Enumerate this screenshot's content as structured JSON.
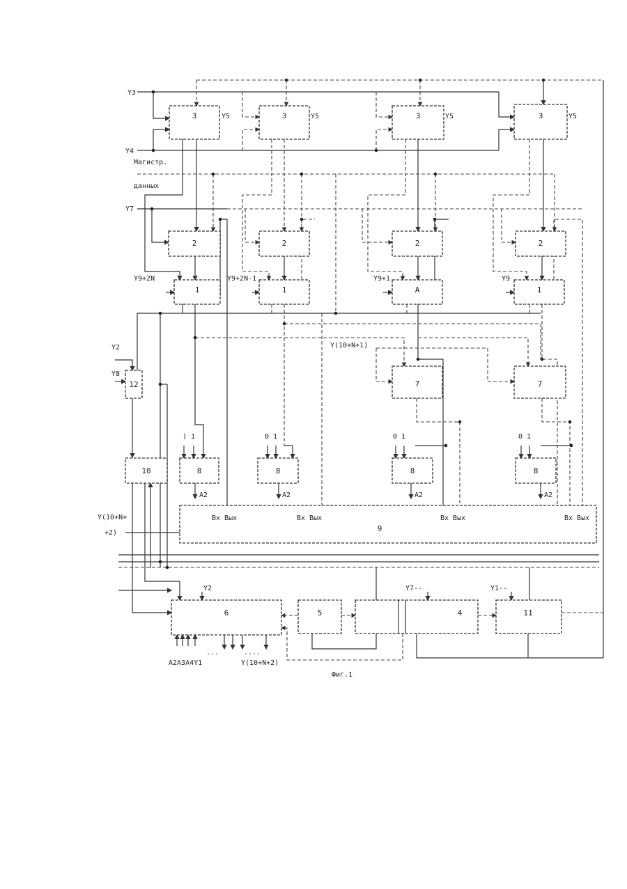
{
  "blocks": {
    "b3": "3",
    "b2": "2",
    "b1": "1",
    "b1_alt": "A",
    "b7": "7",
    "b8": "8",
    "b9": "9",
    "b10": "10",
    "b12": "12",
    "b6": "6",
    "b5": "5",
    "b4": "4",
    "b11": "11"
  },
  "signals": {
    "y3": "Y3",
    "y4": "Y4",
    "y5": "Y5",
    "y7": "Y7",
    "y7_bottom": "Y7--",
    "y1": "Y1--",
    "y9_2n": "Y9+2N",
    "y9_2n_1": "Y9+2N-1",
    "y9_1": "Y9+1",
    "y9": "Y9",
    "y10_n_1": "Y(10+N+1)",
    "y10_n_2a": "Y(10+N+",
    "y10_n_2b": "+2)",
    "y10_n_2c": "Y(10+N+2)",
    "y2": "Y2",
    "y2_bottom": "Y2",
    "y8": "Y8",
    "a2": "A2",
    "zero_one": "0 1",
    "zero_one_first": ") 1",
    "bus_a": "Магистр.",
    "bus_b": "данных",
    "vx_vyx": "Вх Вых",
    "bottom_inputs": "A2A3A4Y1",
    "dots": "...",
    "dots2": "....",
    "caption": "Фиг.1"
  }
}
